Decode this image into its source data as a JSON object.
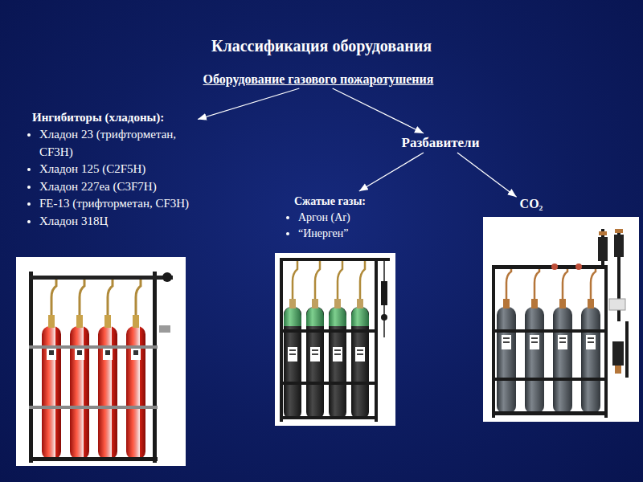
{
  "diagram": {
    "title": "Классификация оборудования",
    "nodes": [
      {
        "text": [
          "Оборудование газового пожаротушения"
        ]
      },
      {
        "text": [
          "Ингибиторы (хладоны):",
          "Хладон 23 (трифторметан, CF3H)",
          "Хладон 125 (C2F5H)",
          "Хладон 227ea (C3F7H)",
          "FE-13 (трифторметан, CF3H)",
          "Хладон 318Ц"
        ]
      },
      {
        "text": [
          "Разбавители"
        ]
      },
      {
        "text": [
          "Сжатые газы:",
          "Аргон (Ar)",
          "“Инерген”"
        ]
      },
      {
        "text": [
          "CO₂"
        ]
      }
    ],
    "edges": [
      {
        "from": 0,
        "to": 1,
        "arrow": "to"
      },
      {
        "from": 0,
        "to": 2,
        "arrow": "to"
      },
      {
        "from": 2,
        "to": 3,
        "arrow": "to"
      },
      {
        "from": 2,
        "to": 4,
        "arrow": "to"
      }
    ]
  }
}
